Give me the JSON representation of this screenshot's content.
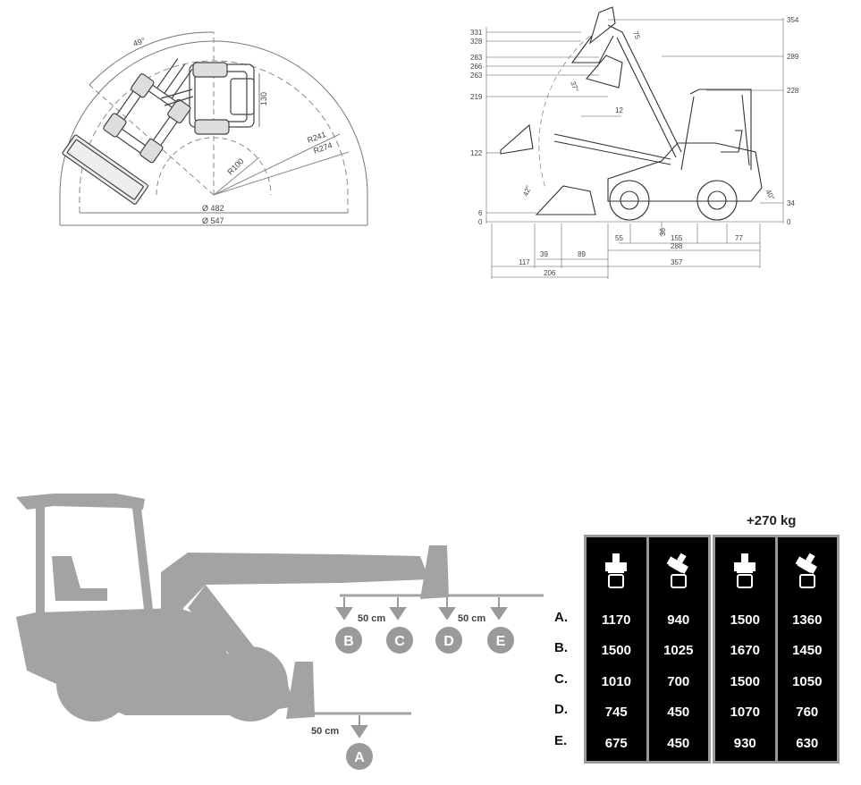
{
  "top_view": {
    "angle": "49°",
    "r_outer": "R274",
    "r_mid": "R241",
    "r_inner": "R100",
    "width_dim": "130",
    "dia_inner": "Ø 482",
    "dia_outer": "Ø 547"
  },
  "side_view": {
    "left_heights": [
      "331",
      "328",
      "283",
      "266",
      "263",
      "219",
      "122",
      "6",
      "0"
    ],
    "right_heights": [
      "354",
      "289",
      "228",
      "34",
      "0"
    ],
    "dims": {
      "d75": "75",
      "d12": "12",
      "a37": "37°",
      "a42": "42°",
      "a40": "40°",
      "d36": "36",
      "d55": "55",
      "d155": "155",
      "d77": "77",
      "d288": "288",
      "d39": "39",
      "d89": "89",
      "d117": "117",
      "d357": "357",
      "d206": "206"
    }
  },
  "fork_diagram": {
    "dist_a": "50 cm",
    "dist_bc": "50 cm",
    "dist_de": "50 cm",
    "points": [
      "B",
      "C",
      "D",
      "E"
    ],
    "point_a": "A"
  },
  "load_table": {
    "extra_weight_label": "+270 kg",
    "row_labels": [
      "A.",
      "B.",
      "C.",
      "D.",
      "E."
    ],
    "columns": [
      {
        "icon": "machine-straight-icon",
        "values": [
          "1170",
          "1500",
          "1010",
          "745",
          "675"
        ]
      },
      {
        "icon": "machine-articulated-icon",
        "values": [
          "940",
          "1025",
          "700",
          "450",
          "450"
        ]
      },
      {
        "icon": "machine-straight-icon",
        "values": [
          "1500",
          "1670",
          "1500",
          "1070",
          "930"
        ]
      },
      {
        "icon": "machine-articulated-icon",
        "values": [
          "1360",
          "1450",
          "1050",
          "760",
          "630"
        ]
      }
    ]
  }
}
